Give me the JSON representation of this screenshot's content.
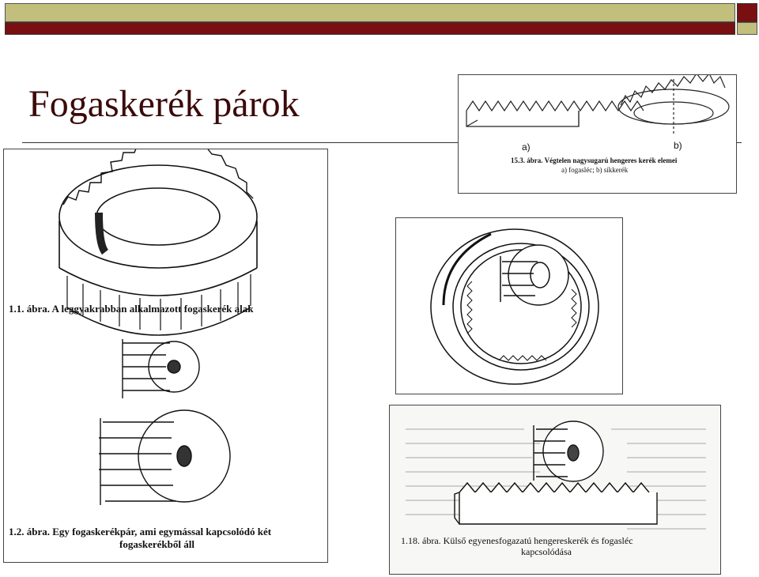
{
  "slide": {
    "title": "Fogaskerék párok"
  },
  "figures": {
    "fig_1_1": {
      "caption": "1.1. ábra. A leggyakrabban alkalmazott fogaskerék alak"
    },
    "fig_1_2": {
      "caption_line1": "1.2. ábra. Egy fogaskerékpár, ami egymással kapcsolódó két",
      "caption_line2": "fogaskerékből áll"
    },
    "fig_15_3": {
      "label_a": "a)",
      "label_b": "b)",
      "caption_line1": "15.3. ábra. Végtelen nagysugarú hengeres kerék elemei",
      "caption_line2": "a) fogasléc; b) síkkerék"
    },
    "fig_1_18": {
      "caption_line1": "1.18. ábra. Külső egyenesfogazatú hengereskerék és fogasléc",
      "caption_line2": "kapcsolódása"
    }
  },
  "colors": {
    "top_band": "#c2be7c",
    "dark_band": "#7a0f12",
    "title_color": "#3c0a0a"
  }
}
